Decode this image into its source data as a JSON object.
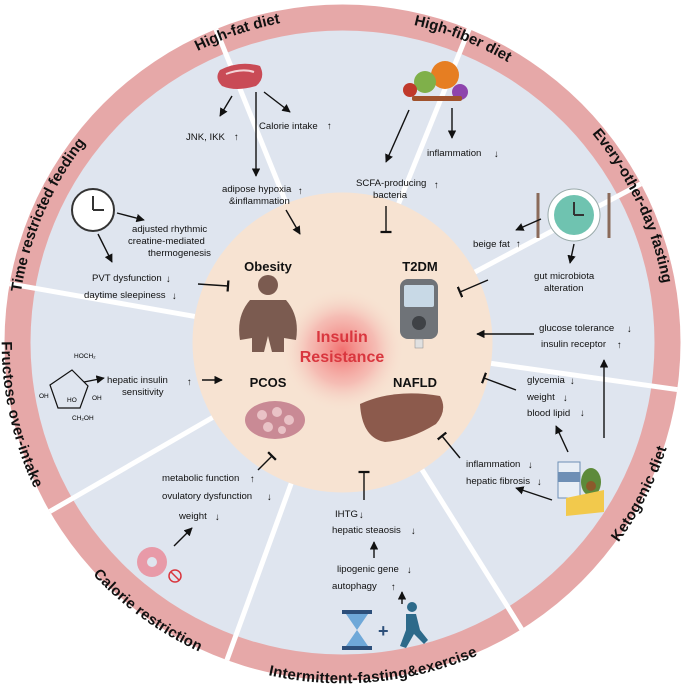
{
  "ring_labels": {
    "high_fat": "High-fat diet",
    "high_fiber": "High-fiber diet",
    "every_other_day": "Every-other-day fasting",
    "ketogenic": "Ketogenic diet",
    "if_exercise": "Intermittent-fasting&exercise",
    "calorie_restriction": "Calorie restriction",
    "fructose": "Fructose over-intake",
    "trf": "Time restricted feeding"
  },
  "center": {
    "line1": "Insulin",
    "line2": "Resistance",
    "obesity": "Obesity",
    "t2dm": "T2DM",
    "pcos": "PCOS",
    "nafld": "NAFLD"
  },
  "high_fat": {
    "jnk": "JNK, IKK",
    "calorie": "Calorie intake",
    "hypoxia1": "adipose hypoxia",
    "hypoxia2": "&inflammation"
  },
  "high_fiber": {
    "inflammation": "inflammation",
    "scfa1": "SCFA-producing",
    "scfa2": "bacteria"
  },
  "eod": {
    "beige": "beige fat",
    "gut1": "gut microbiota",
    "gut2": "alteration"
  },
  "keto": {
    "glucose": "glucose tolerance",
    "receptor": "insulin receptor",
    "glycemia": "glycemia",
    "weight": "weight",
    "lipid": "blood lipid",
    "inflammation": "inflammation",
    "fibrosis": "hepatic fibrosis"
  },
  "ife": {
    "ihtg": "IHTG",
    "steatosis": "hepatic steaosis",
    "lipogenic": "lipogenic gene",
    "autophagy": "autophagy"
  },
  "cr": {
    "metabolic": "metabolic function",
    "ovulatory": "ovulatory dysfunction",
    "weight": "weight"
  },
  "fructose": {
    "hepatic1": "hepatic insulin",
    "hepatic2": "sensitivity",
    "mol_hoch2": "HOCH₂",
    "mol_oh1": "OH",
    "mol_ho": "HO",
    "mol_oh2": "OH",
    "mol_ch2oh": "CH₂OH"
  },
  "trf": {
    "adj1": "adjusted rhythmic",
    "adj2": "creatine-mediated",
    "adj3": "thermogenesis",
    "pvt": "PVT dysfunction",
    "sleep": "daytime sleepiness"
  },
  "colors": {
    "ring": "#e6a8a8",
    "sector": "#dfe5ef",
    "center": "#f7e3d2",
    "accent": "#d9363e"
  }
}
